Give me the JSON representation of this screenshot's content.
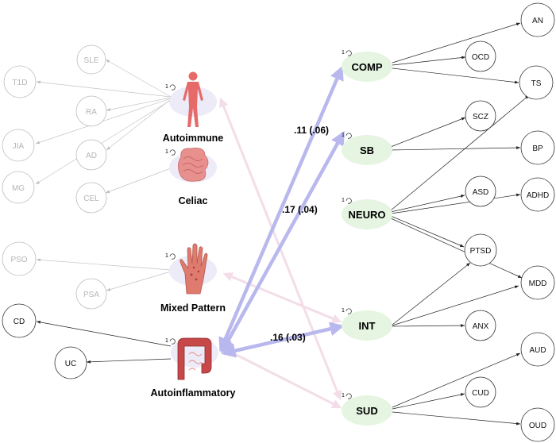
{
  "immune_factors": {
    "autoimmune": "Autoimmune",
    "celiac": "Celiac",
    "mixed": "Mixed Pattern",
    "autoinflammatory": "Autoinflammatory"
  },
  "immune_indicators": {
    "sle": "SLE",
    "t1d": "T1D",
    "ra": "RA",
    "jia": "JIA",
    "ad": "AD",
    "mg": "MG",
    "cel": "CEL",
    "pso": "PSO",
    "psa": "PSA",
    "cd": "CD",
    "uc": "UC"
  },
  "psych_factors": {
    "comp": "COMP",
    "sb": "SB",
    "neuro": "NEURO",
    "int": "INT",
    "sud": "SUD"
  },
  "psych_indicators": {
    "an": "AN",
    "ocd": "OCD",
    "ts": "TS",
    "scz": "SCZ",
    "bp": "BP",
    "asd": "ASD",
    "adhd": "ADHD",
    "ptsd": "PTSD",
    "mdd": "MDD",
    "anx": "ANX",
    "aud": "AUD",
    "cud": "CUD",
    "oud": "OUD"
  },
  "variance_label": "1",
  "coefficients": {
    "comp_autoinflammatory": ".11 (.06)",
    "sb_autoinflammatory": ".17 (.04)",
    "int_autoinflammatory": ".16 (.03)"
  },
  "colors": {
    "strong_path": "#b8b8ee",
    "faint_path": "#f3dde8",
    "psych_factor_fill": "#e6f4e2",
    "immune_factor_fill": "#ecebf7",
    "faded_indicator": "#b5b5b5"
  }
}
